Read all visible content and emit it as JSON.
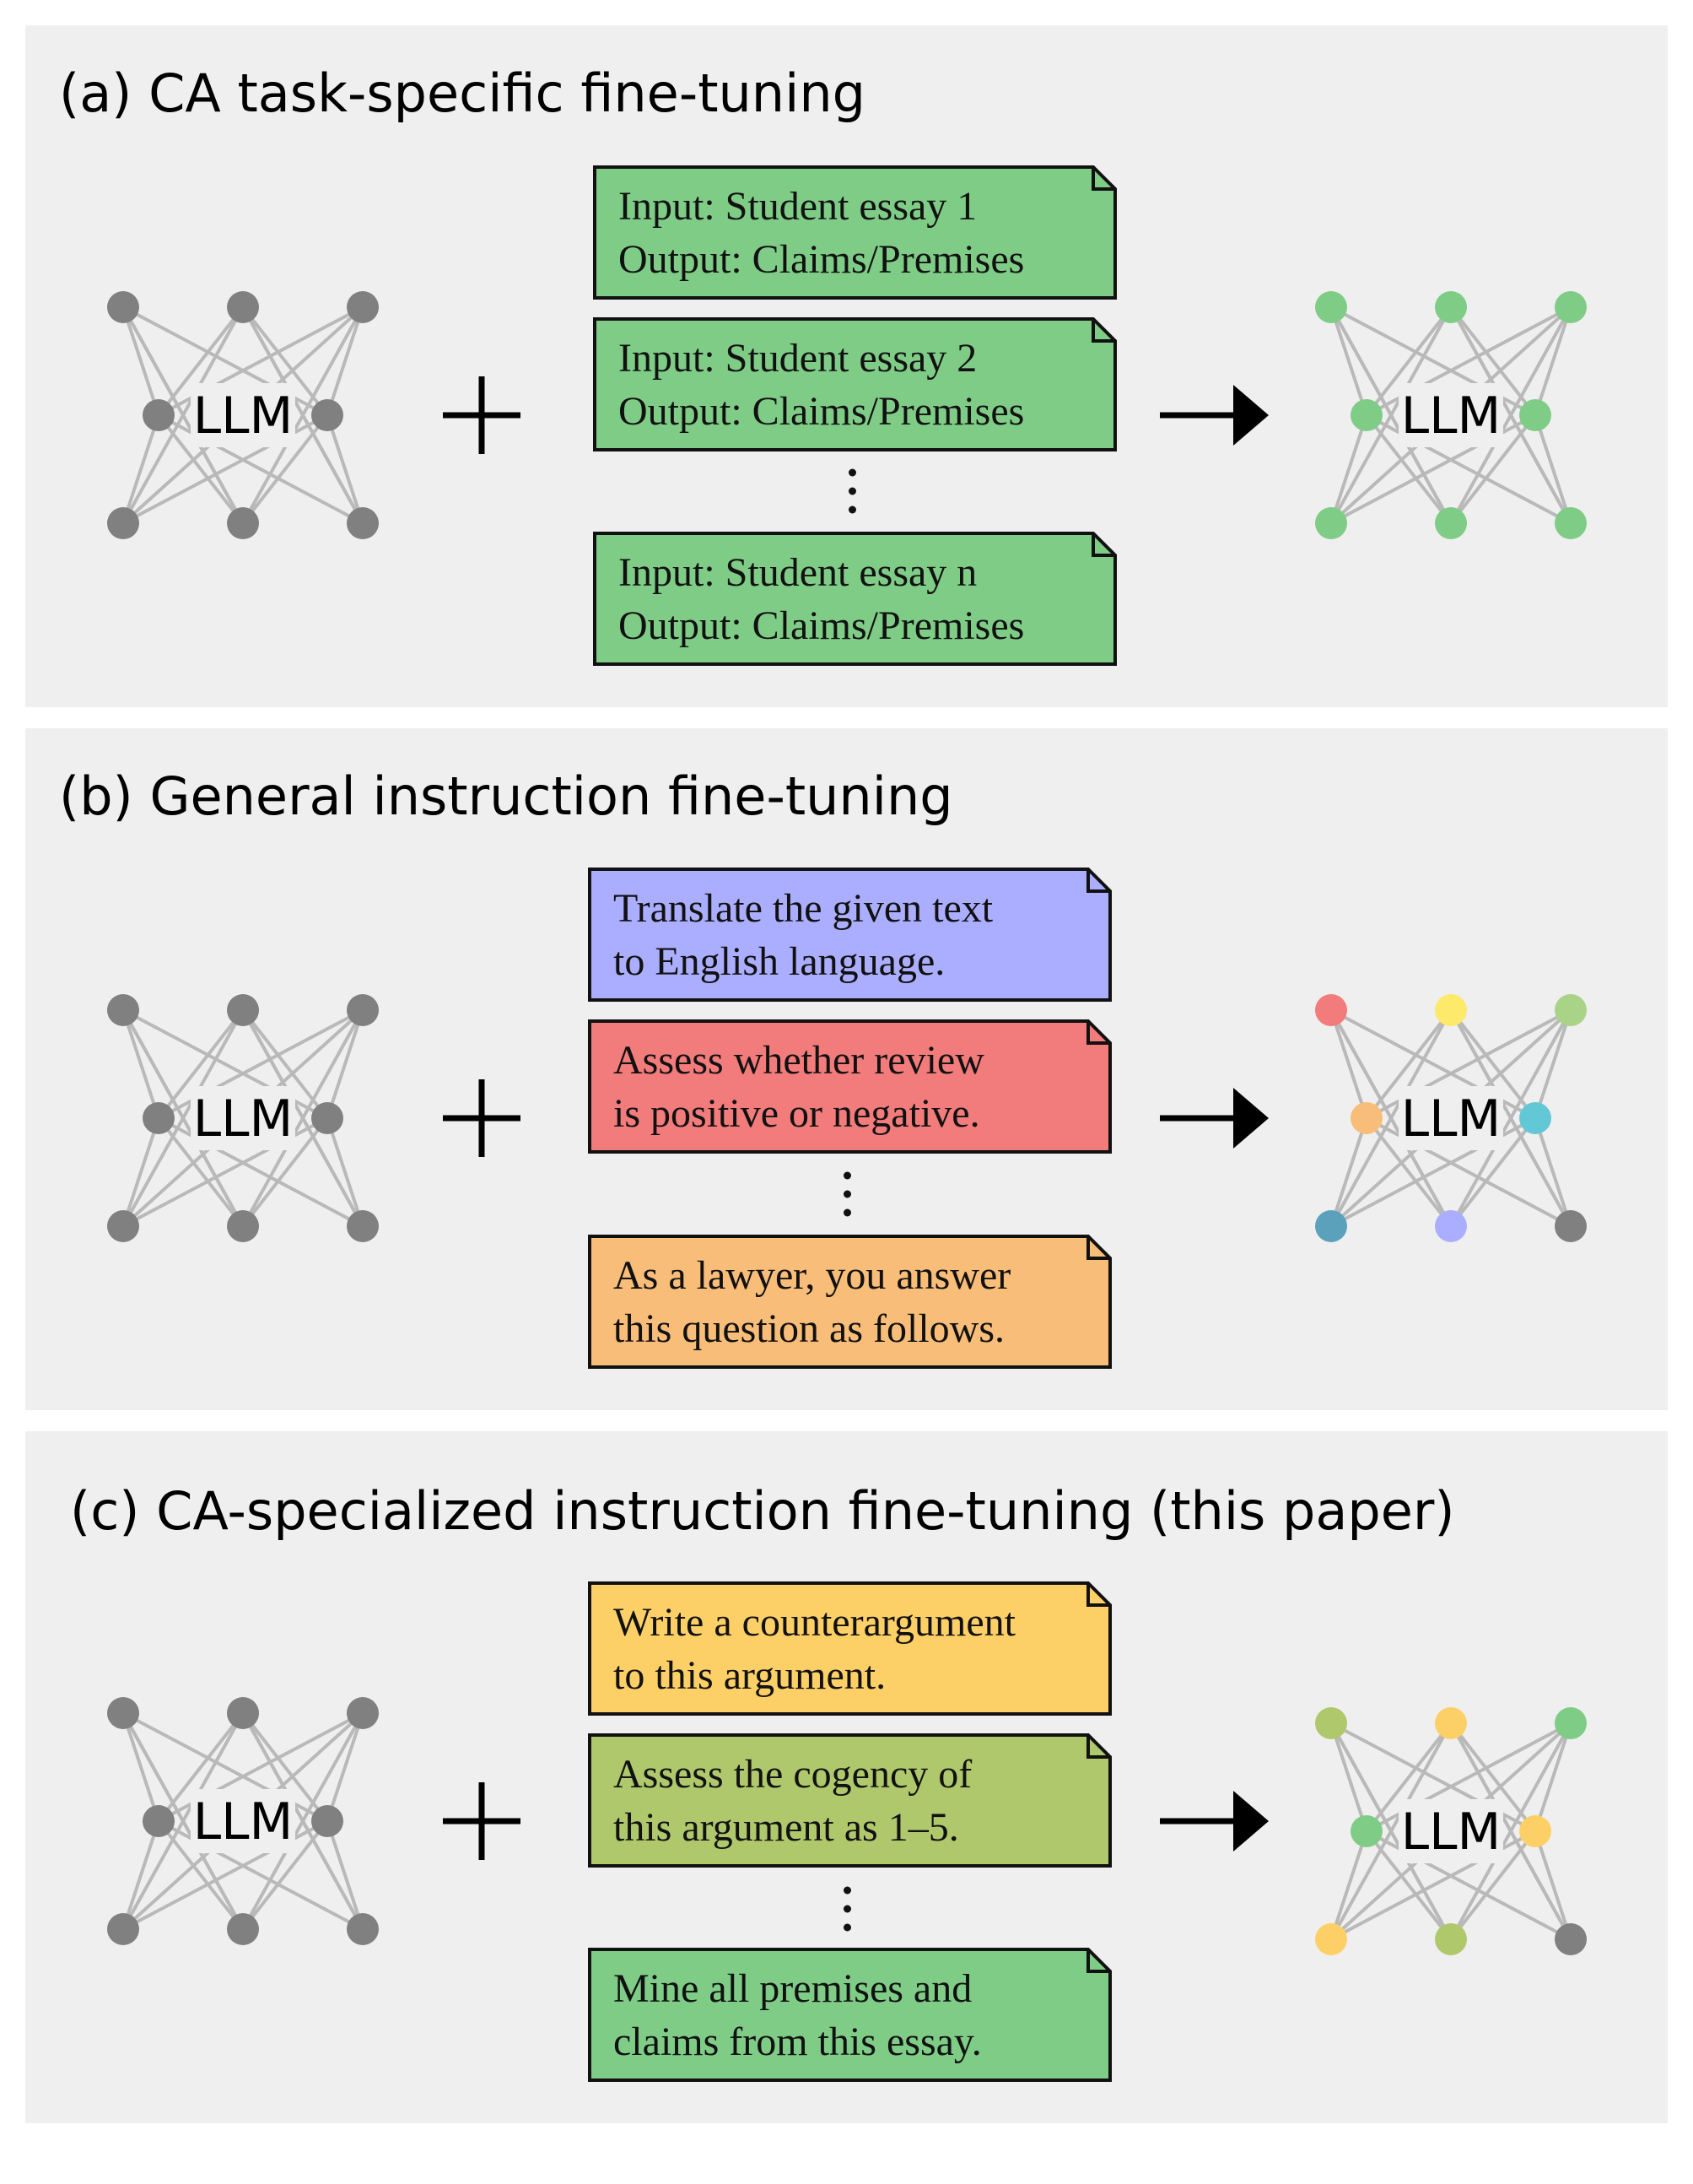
{
  "colors": {
    "panel_background": "#efefef",
    "neutral_node": "#808080",
    "edge": "#b9b9b9"
  },
  "panels": [
    {
      "title": "(a) CA task-specific fine-tuning",
      "model_label": "LLM",
      "result_label": "LLM",
      "cards": [
        {
          "lines": [
            "Input: Student essay 1",
            "Output: Claims/Premises"
          ],
          "color": "#7fcc87"
        },
        {
          "lines": [
            "Input: Student essay 2",
            "Output: Claims/Premises"
          ],
          "color": "#7fcc87"
        },
        {
          "lines": [
            "Input: Student essay n",
            "Output: Claims/Premises"
          ],
          "color": "#7fcc87"
        }
      ],
      "result_node_colors": [
        "#7fcc87",
        "#7fcc87",
        "#7fcc87",
        "#7fcc87",
        "#7fcc87",
        "#7fcc87",
        "#7fcc87",
        "#7fcc87"
      ]
    },
    {
      "title": "(b) General instruction fine-tuning",
      "model_label": "LLM",
      "result_label": "LLM",
      "cards": [
        {
          "lines": [
            "Translate the given text",
            "to English language."
          ],
          "color": "#abaeff"
        },
        {
          "lines": [
            "Assess whether review",
            "is positive or negative."
          ],
          "color": "#f27b7b"
        },
        {
          "lines": [
            "As a lawyer, you answer",
            "this question as follows."
          ],
          "color": "#f8bd78"
        }
      ],
      "result_node_colors": [
        "#f27b7b",
        "#fde96a",
        "#a9d387",
        "#f8bd78",
        "#62c8d6",
        "#5ba1bc",
        "#abaeff",
        "#808080"
      ]
    },
    {
      "title": "(c) CA-specialized instruction fine-tuning (this paper)",
      "model_label": "LLM",
      "result_label": "LLM",
      "cards": [
        {
          "lines": [
            "Write a counterargument",
            "to this argument."
          ],
          "color": "#fdd067"
        },
        {
          "lines": [
            "Assess the cogency of",
            "this argument as 1–5."
          ],
          "color": "#b0c86c"
        },
        {
          "lines": [
            "Mine all premises and",
            "claims from this essay."
          ],
          "color": "#7fcc87"
        }
      ],
      "result_node_colors": [
        "#b0c86c",
        "#fdd067",
        "#7fcc87",
        "#7fcc87",
        "#fdd067",
        "#fdd067",
        "#b0c86c",
        "#808080"
      ]
    }
  ]
}
